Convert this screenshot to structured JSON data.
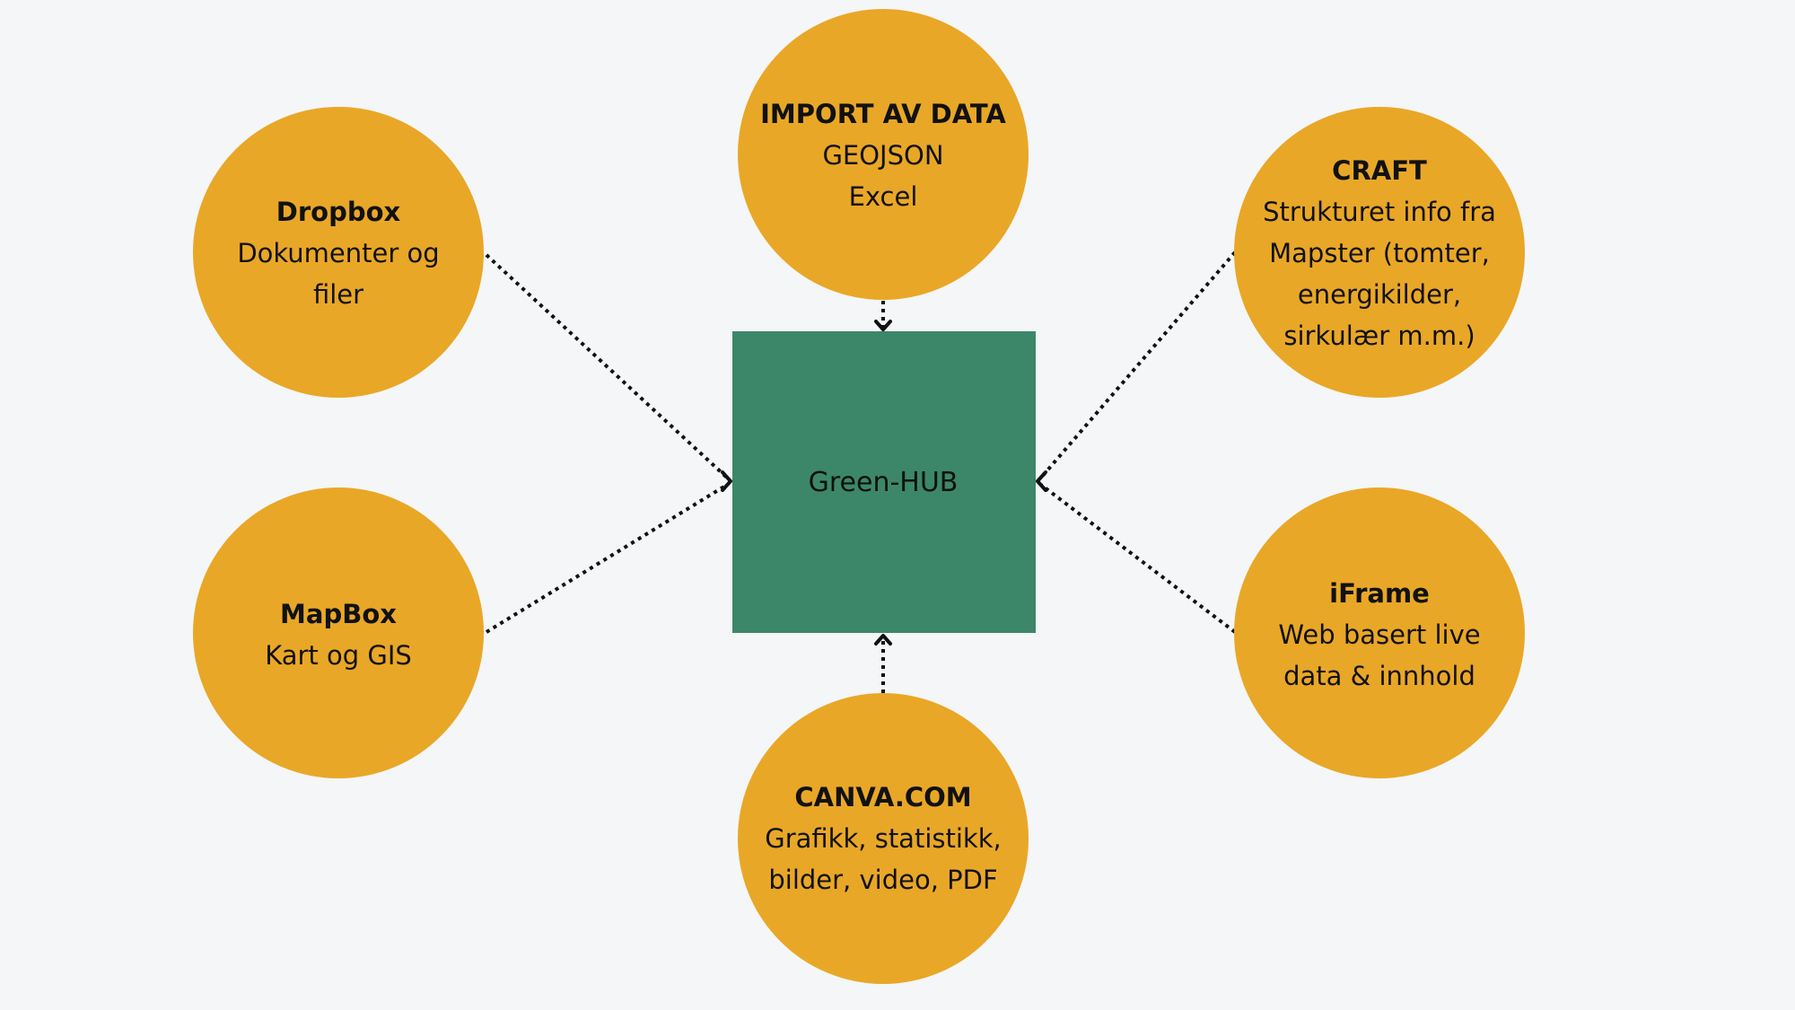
{
  "hub": {
    "label": "Green-HUB",
    "color": "#3c8769"
  },
  "node_color": "#e9a727",
  "nodes": {
    "import": {
      "title": "IMPORT AV DATA",
      "lines": [
        "GEOJSON",
        "Excel"
      ]
    },
    "dropbox": {
      "title": "Dropbox",
      "lines": [
        "Dokumenter og",
        "filer"
      ]
    },
    "craft": {
      "title": "CRAFT",
      "lines": [
        "Strukturet info fra",
        "Mapster (tomter,",
        "energikilder,",
        "sirkulær m.m.)"
      ]
    },
    "mapbox": {
      "title": "MapBox",
      "lines": [
        "Kart og GIS"
      ]
    },
    "iframe": {
      "title": "iFrame",
      "lines": [
        "Web basert live",
        "data & innhold"
      ]
    },
    "canva": {
      "title": "CANVA.COM",
      "lines": [
        "Grafikk, statistikk,",
        "bilder, video, PDF"
      ]
    }
  },
  "edges": [
    {
      "from": "import",
      "to": "hub"
    },
    {
      "from": "dropbox",
      "to": "hub"
    },
    {
      "from": "craft",
      "to": "hub"
    },
    {
      "from": "mapbox",
      "to": "hub"
    },
    {
      "from": "iframe",
      "to": "hub"
    },
    {
      "from": "canva",
      "to": "hub"
    }
  ]
}
